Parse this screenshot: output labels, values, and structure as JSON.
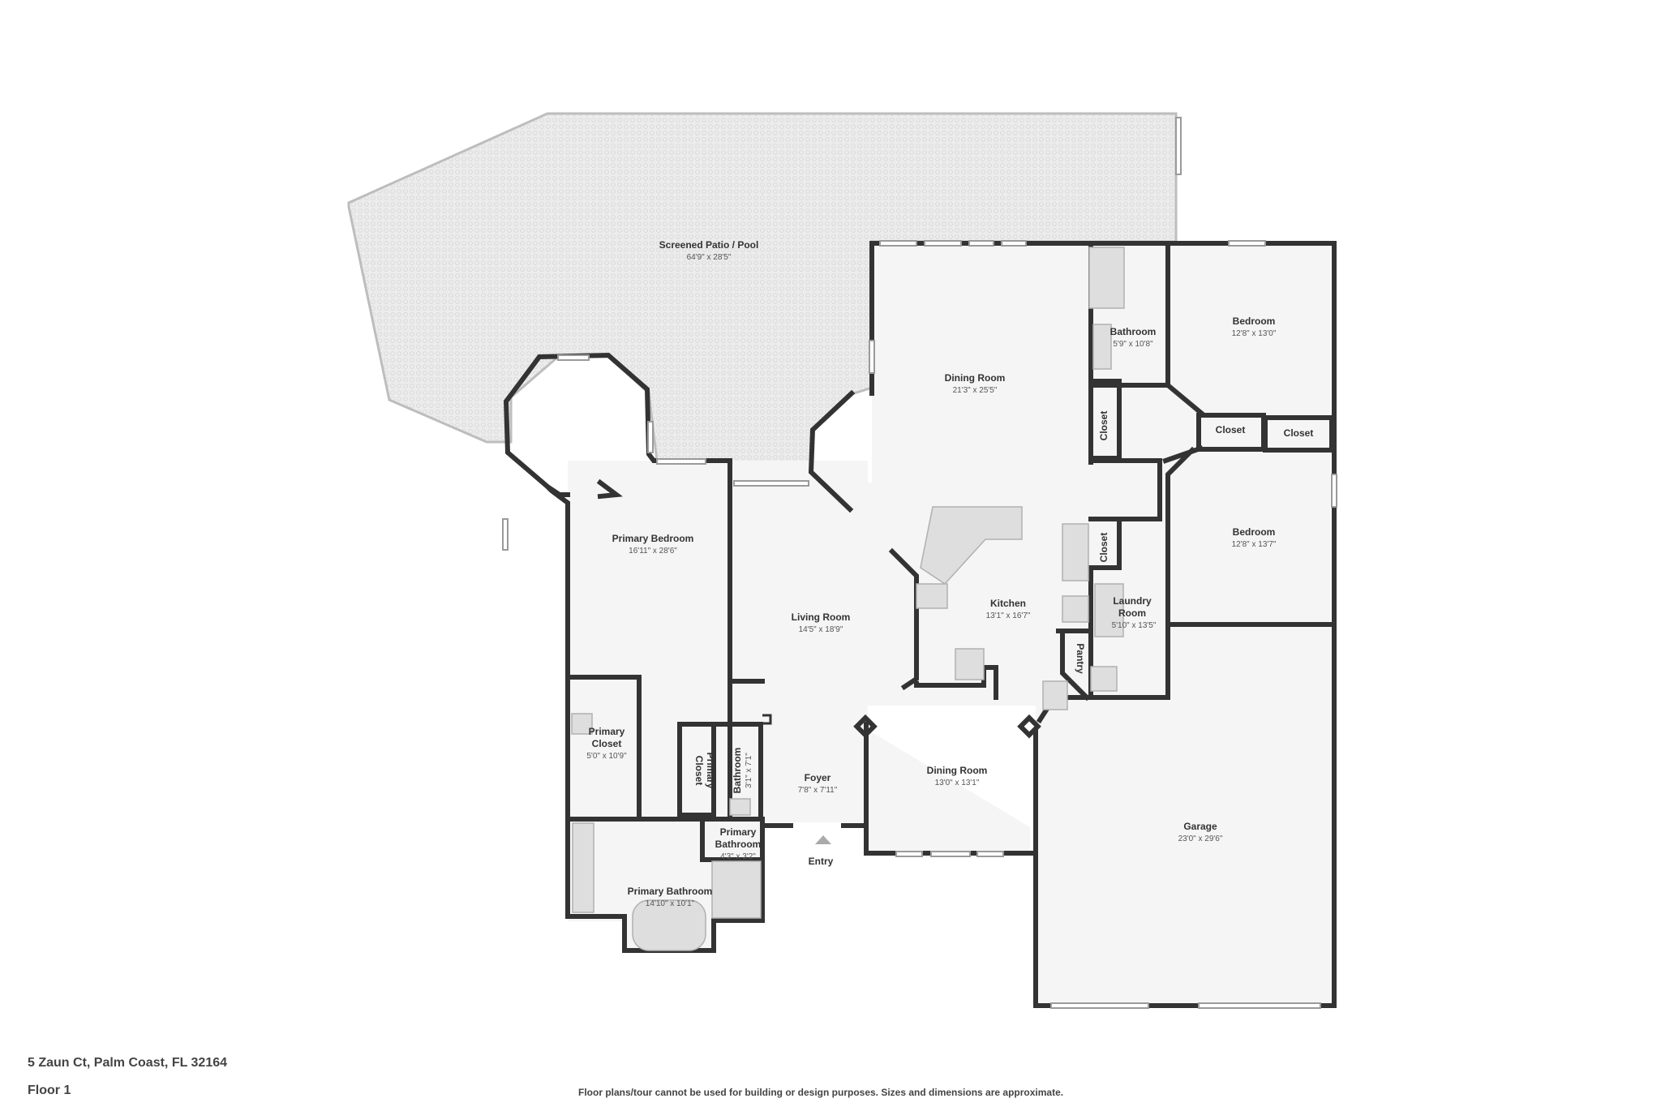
{
  "address": "5 Zaun Ct, Palm Coast, FL 32164",
  "floor": "Floor 1",
  "disclaimer": "Floor plans/tour cannot be used for building or design purposes. Sizes and dimensions are approximate.",
  "colors": {
    "wall": "#333333",
    "floor": "#f5f5f5",
    "patio": "#e8e8e8",
    "fixture": "#dedede"
  },
  "rooms": {
    "patio": {
      "name": "Screened Patio / Pool",
      "dim": "64'9\" x 28'5\""
    },
    "dining_room_1": {
      "name": "Dining Room",
      "dim": "21'3\" x 25'5\""
    },
    "bathroom_1": {
      "name": "Bathroom",
      "dim": "5'9\" x 10'8\""
    },
    "bedroom_1": {
      "name": "Bedroom",
      "dim": "12'8\" x 13'0\""
    },
    "closet_1": {
      "name": "Closet"
    },
    "closet_2": {
      "name": "Closet"
    },
    "closet_3": {
      "name": "Closet"
    },
    "closet_4": {
      "name": "Closet"
    },
    "bedroom_2": {
      "name": "Bedroom",
      "dim": "12'8\" x 13'7\""
    },
    "laundry": {
      "name_line1": "Laundry",
      "name_line2": "Room",
      "dim": "5'10\" x 13'5\""
    },
    "pantry": {
      "name": "Pantry"
    },
    "kitchen": {
      "name": "Kitchen",
      "dim": "13'1\" x 16'7\""
    },
    "primary_bedroom": {
      "name": "Primary Bedroom",
      "dim": "16'11\" x 28'6\""
    },
    "living_room": {
      "name": "Living Room",
      "dim": "14'5\" x 18'9\""
    },
    "primary_closet_1": {
      "name_line1": "Primary",
      "name_line2": "Closet",
      "dim": "5'0\" x 10'9\""
    },
    "primary_closet_2": {
      "name_line1": "Primary",
      "name_line2": "Closet"
    },
    "bathroom_2": {
      "name": "Bathroom",
      "dim": "3'1\" x 7'1\""
    },
    "foyer": {
      "name": "Foyer",
      "dim": "7'8\" x 7'11\""
    },
    "dining_room_2": {
      "name": "Dining Room",
      "dim": "13'0\" x 13'1\""
    },
    "garage": {
      "name": "Garage",
      "dim": "23'0\" x 29'6\""
    },
    "primary_bathroom_small": {
      "name_line1": "Primary",
      "name_line2": "Bathroom",
      "dim": "4'3\" x 3'2\""
    },
    "primary_bathroom": {
      "name": "Primary Bathroom",
      "dim": "14'10\" x 10'1\""
    },
    "entry": {
      "name": "Entry"
    }
  }
}
